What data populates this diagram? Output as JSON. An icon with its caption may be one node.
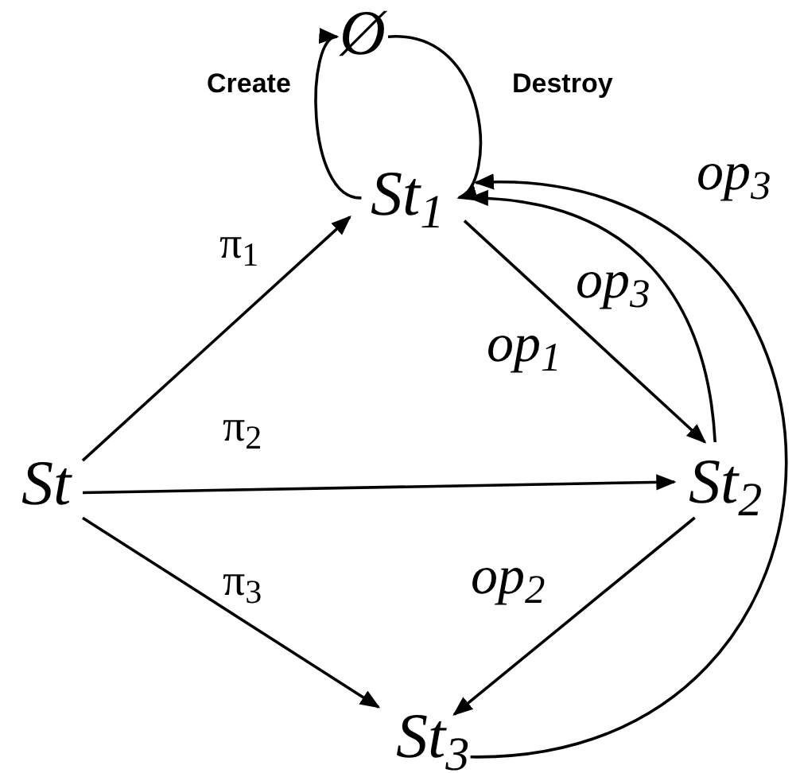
{
  "diagram": {
    "nodes": [
      {
        "text": [
          "Ø"
        ]
      },
      {
        "text": [
          "St$_{1}$"
        ]
      },
      {
        "text": [
          "St"
        ]
      },
      {
        "text": [
          "St$_{2}$"
        ]
      },
      {
        "text": [
          "St$_{3}$"
        ]
      }
    ],
    "edges": [
      {
        "from": 1,
        "to": 0,
        "arrow": "to",
        "label": "Create"
      },
      {
        "from": 0,
        "to": 1,
        "arrow": "to",
        "label": "Destroy"
      },
      {
        "from": 2,
        "to": 1,
        "arrow": "to",
        "label": "π$_{1}$"
      },
      {
        "from": 2,
        "to": 3,
        "arrow": "to",
        "label": "π$_{2}$"
      },
      {
        "from": 2,
        "to": 4,
        "arrow": "to",
        "label": "π$_{3}$"
      },
      {
        "from": 1,
        "to": 3,
        "arrow": "to",
        "label": "op$_{1}$"
      },
      {
        "from": 3,
        "to": 4,
        "arrow": "to",
        "label": "op$_{2}$"
      },
      {
        "from": 3,
        "to": 1,
        "arrow": "to",
        "label": "op$_{3}$"
      },
      {
        "from": 4,
        "to": 1,
        "arrow": "to",
        "label": "op$_{3}$"
      }
    ]
  }
}
